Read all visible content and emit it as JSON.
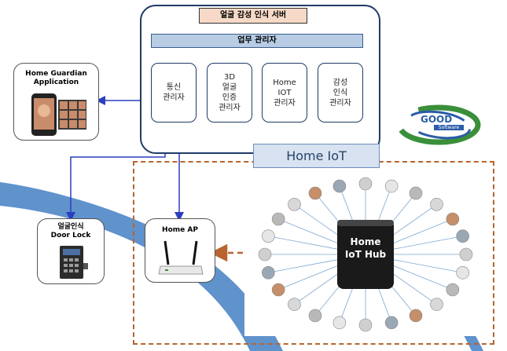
{
  "server": {
    "title": "얼굴 감성 인식 서버",
    "business_manager": "업무 관리자",
    "managers": [
      "통신\n관리자",
      "3D\n얼굴\n인증\n관리자",
      "Home\nIOT\n관리자",
      "감성\n인식\n관리자"
    ]
  },
  "nodes": {
    "guardian_app": "Home Guardian\nApplication",
    "door_lock": "얼굴인식\nDoor Lock",
    "home_ap": "Home AP"
  },
  "iot": {
    "title": "Home IoT",
    "hub_label": "Home\nIoT Hub",
    "device_count": 24
  },
  "logo": {
    "word": "GOOD",
    "sub": "Software"
  },
  "colors": {
    "server_border": "#1f3b67",
    "title_fill": "#f6d9c6",
    "bar_fill": "#b8cce4",
    "arrow_blue": "#2a3fbf",
    "dash_orange": "#b7642f",
    "swoosh": "#4f86c6",
    "hub": "#1a1a1a"
  }
}
